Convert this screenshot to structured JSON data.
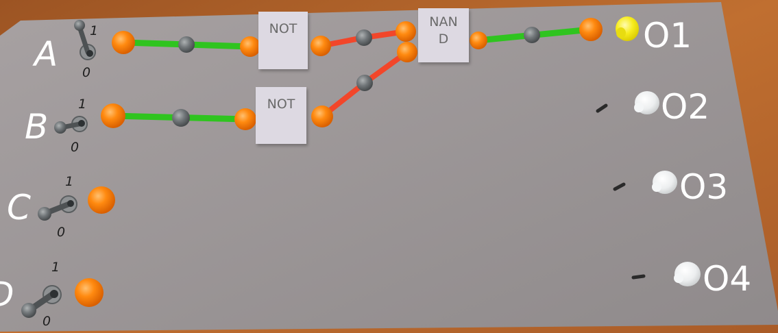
{
  "inputs": [
    {
      "label": "A",
      "high_label": "1",
      "low_label": "0"
    },
    {
      "label": "B",
      "high_label": "1",
      "low_label": "0"
    },
    {
      "label": "C",
      "high_label": "1",
      "low_label": "0"
    },
    {
      "label": "D",
      "high_label": "1",
      "low_label": "0"
    }
  ],
  "gates": [
    {
      "label": "NOT"
    },
    {
      "label": "NOT"
    },
    {
      "label": "NAND"
    }
  ],
  "outputs": [
    {
      "label": "O1",
      "lamp_on": true
    },
    {
      "label": "O2",
      "lamp_on": false
    },
    {
      "label": "O3",
      "lamp_on": false
    },
    {
      "label": "O4",
      "lamp_on": false
    }
  ],
  "colors": {
    "board": "#9a9495",
    "table": "#b2642c",
    "wire_high": "#2fc41f",
    "wire_low": "#f2462a",
    "node": "#ff8a10",
    "joint": "#6e7273",
    "lamp_on": "#f7ec1e",
    "lamp_off": "#eceeef",
    "gate_face": "#ddd9e2"
  }
}
